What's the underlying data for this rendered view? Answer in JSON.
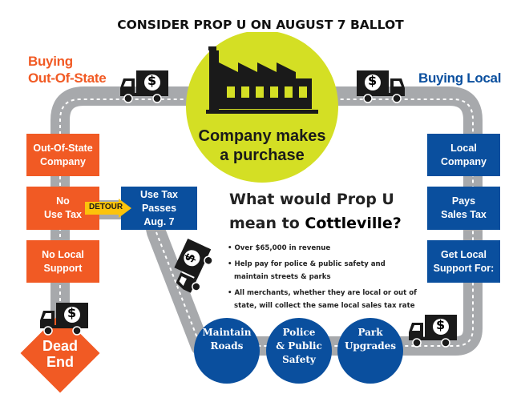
{
  "title": "CONSIDER PROP U ON AUGUST 7 BALLOT",
  "left_label": [
    "Buying",
    "Out-Of-State"
  ],
  "right_label": "Buying Local",
  "center": {
    "line1": "Company makes",
    "line2": "a purchase"
  },
  "left_boxes": [
    [
      "Out-Of-State",
      "Company"
    ],
    [
      "No",
      "Use Tax"
    ],
    [
      "No Local",
      "Support"
    ]
  ],
  "detour": "DETOUR",
  "use_tax_box": [
    "Use Tax",
    "Passes",
    "Aug. 7"
  ],
  "dead_end": [
    "Dead",
    "End"
  ],
  "right_boxes": [
    [
      "Local",
      "Company"
    ],
    [
      "Pays",
      "Sales Tax"
    ],
    [
      "Get Local",
      "Support For:"
    ]
  ],
  "heading": {
    "line1": "What would Prop U",
    "line2_prefix": "mean to ",
    "line2_city": "Cottleville?"
  },
  "bullets": [
    "Over $65,000 in revenue",
    "Help pay for police & public safety and maintain streets & parks",
    "All merchants, whether they are local or out of state, will collect the same local sales tax rate"
  ],
  "benefits": [
    [
      "Maintain",
      "Roads"
    ],
    [
      "Police",
      "& Public",
      "Safety"
    ],
    [
      "Park",
      "Upgrades"
    ]
  ],
  "truck_symbol": "$",
  "colors": {
    "orange": "#f15a24",
    "blue": "#0a4f9e",
    "lime": "#d4df24",
    "road": "#a7a9ac",
    "detour": "#fcc30b"
  }
}
